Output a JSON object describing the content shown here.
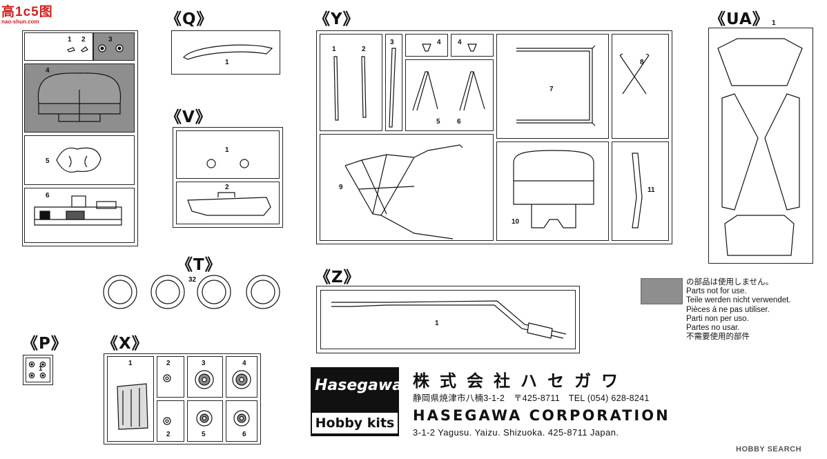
{
  "watermark_top_left": {
    "brand": "高1c5图",
    "url": "nao-shun.com"
  },
  "sections": {
    "K": {
      "label": "",
      "parts": [
        "1",
        "2",
        "3",
        "4",
        "5",
        "6"
      ]
    },
    "Q": {
      "label": "《Q》",
      "parts": [
        "1"
      ]
    },
    "V": {
      "label": "《V》",
      "parts": [
        "1",
        "2"
      ]
    },
    "Y": {
      "label": "《Y》",
      "parts": [
        "1",
        "2",
        "3",
        "4",
        "4",
        "5",
        "6",
        "7",
        "8",
        "9",
        "10",
        "11"
      ]
    },
    "UA": {
      "label": "《UA》",
      "parts": [
        "1"
      ]
    },
    "T": {
      "label": "《T》",
      "parts": [
        "32"
      ]
    },
    "Z": {
      "label": "《Z》",
      "parts": [
        "1"
      ]
    },
    "P": {
      "label": "《P》",
      "parts": [
        "1"
      ]
    },
    "X": {
      "label": "《X》",
      "parts": [
        "1",
        "2",
        "3",
        "4",
        "2",
        "5",
        "6"
      ]
    }
  },
  "legend": {
    "swatch_color": "#8e8e8e",
    "lines": [
      "の部品は使用しません。",
      "Parts not for use.",
      "Teile werden nicht verwendet.",
      "Pièces á ne pas utiliser.",
      "Parti non per uso.",
      "Partes no usar.",
      "不需要使用的部件"
    ]
  },
  "company": {
    "logo_text": "Hasegawa",
    "logo_sub": "Hobby kits",
    "name_jp": "株式会社ハセガワ",
    "address_jp": "静岡県焼津市八楠3-1-2　〒425-8711　TEL (054) 628-8241",
    "name_en": "HASEGAWA CORPORATION",
    "address_en": "3-1-2 Yagusu. Yaizu. Shizuoka. 425-8711 Japan."
  },
  "watermark_bottom_right": "HOBBY SEARCH",
  "colors": {
    "ink": "#111111",
    "unused_parts": "#8e8e8e",
    "logo_bg": "#111111"
  }
}
